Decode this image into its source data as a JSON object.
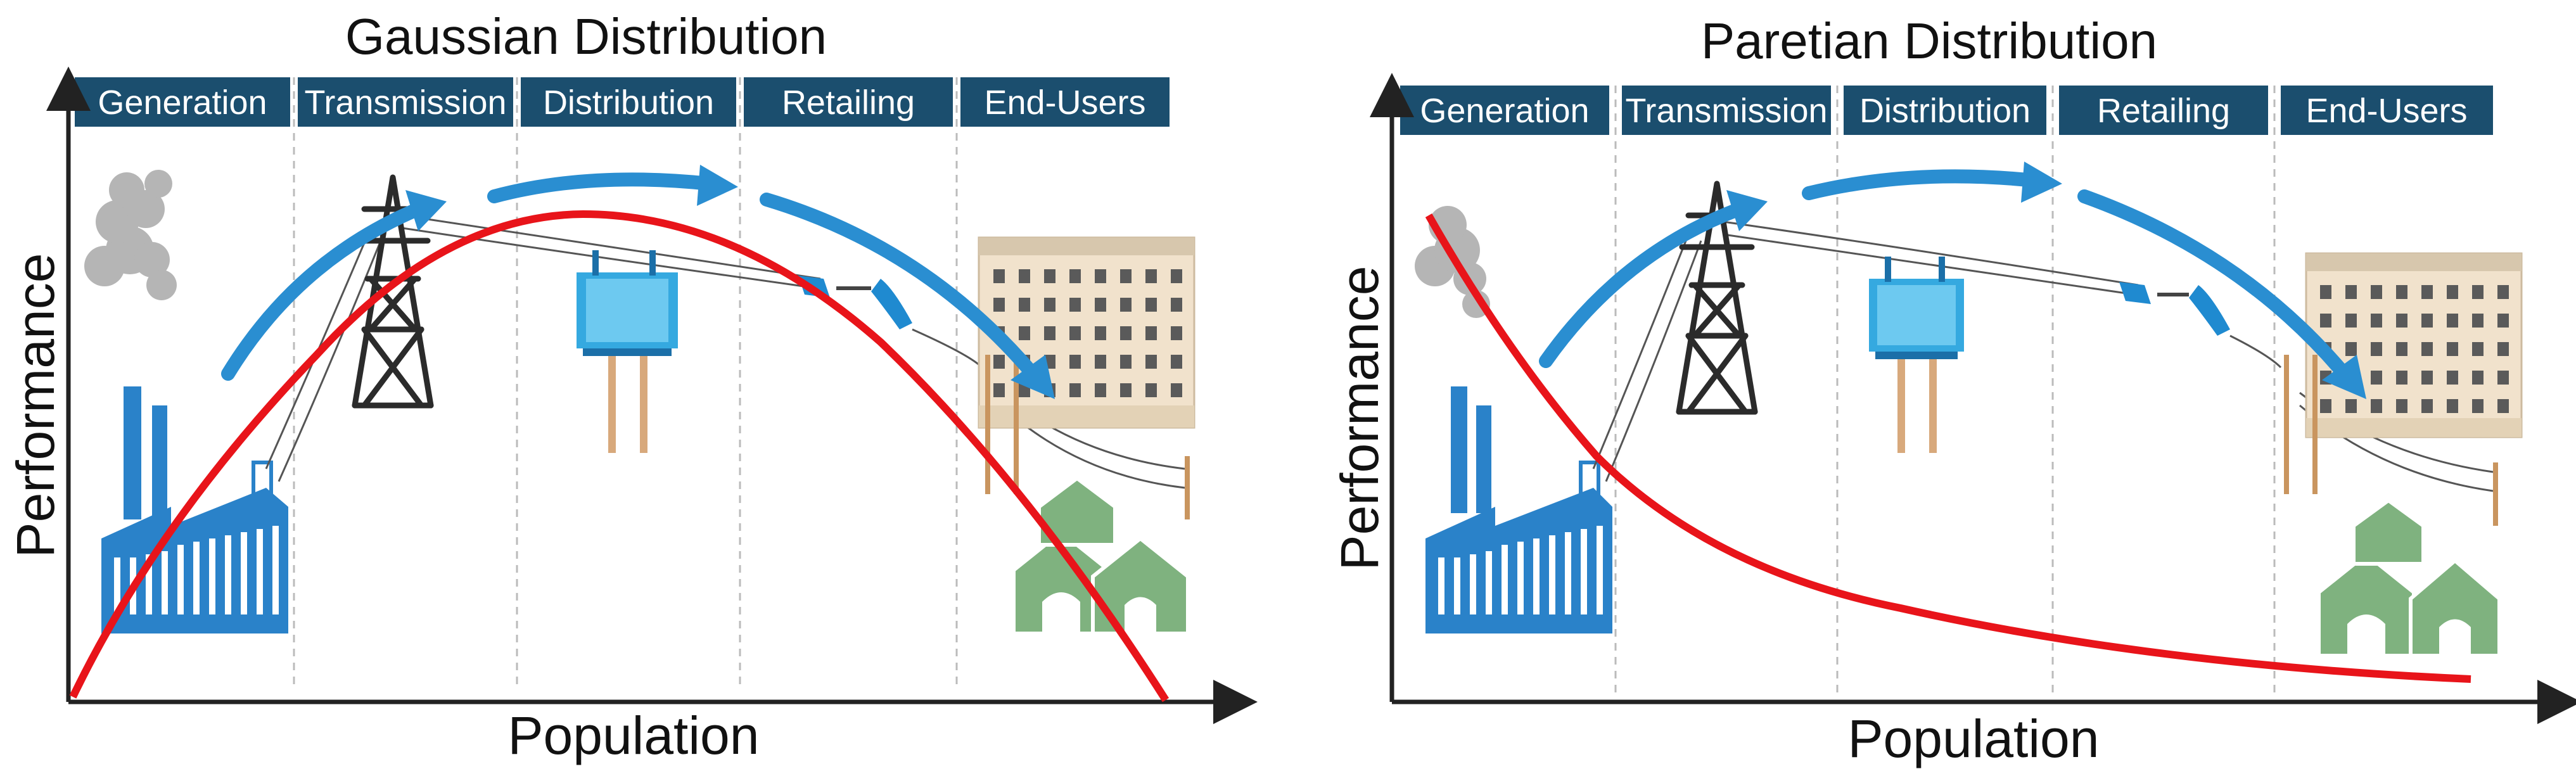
{
  "panels": [
    {
      "id": "gaussian",
      "title": "Gaussian Distribution",
      "xlabel": "Population",
      "ylabel": "Performance",
      "stages": [
        "Generation",
        "Transmission",
        "Distribution",
        "Retailing",
        "End-Users"
      ],
      "curve_shape": "bell"
    },
    {
      "id": "paretian",
      "title": "Paretian Distribution",
      "xlabel": "Population",
      "ylabel": "Performance",
      "stages": [
        "Generation",
        "Transmission",
        "Distribution",
        "Retailing",
        "End-Users"
      ],
      "curve_shape": "power-law decay"
    }
  ],
  "colors": {
    "stage_bar": "#1b4e6e",
    "curve": "#e8141a",
    "flow_arrow": "#2a8ed1",
    "factory": "#2a82c9",
    "tower": "#2b2b2b",
    "transformer": "#35a9e0",
    "plug": "#1f8ad0",
    "building": "#f1e2cc",
    "house": "#7fb27f",
    "smoke": "#9d9d9d",
    "axis": "#222222",
    "divider": "#bbbbbb"
  },
  "icons": [
    "factory-icon",
    "smoke-icon",
    "transmission-tower-icon",
    "transformer-icon",
    "plug-icon",
    "office-building-icon",
    "house-icon",
    "flow-arrow-icon"
  ]
}
